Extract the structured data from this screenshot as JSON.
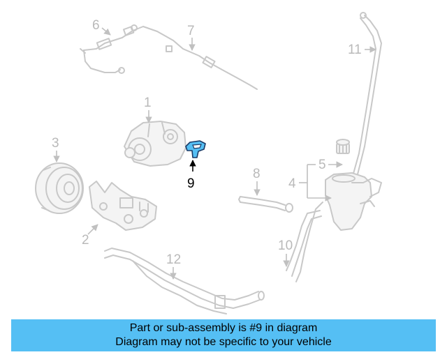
{
  "colors": {
    "highlight": "#55bff4",
    "part_stroke": "#c8c8c8",
    "banner_bg": "#55bff4"
  },
  "callouts": {
    "c1": "1",
    "c2": "2",
    "c3": "3",
    "c4": "4",
    "c5": "5",
    "c6": "6",
    "c7": "7",
    "c8": "8",
    "c9": "9",
    "c10": "10",
    "c11": "11",
    "c12": "12"
  },
  "highlighted_part": "9",
  "banner": {
    "line1": "Part or sub-assembly is #9 in diagram",
    "line2": "Diagram may not be specific to your vehicle"
  }
}
